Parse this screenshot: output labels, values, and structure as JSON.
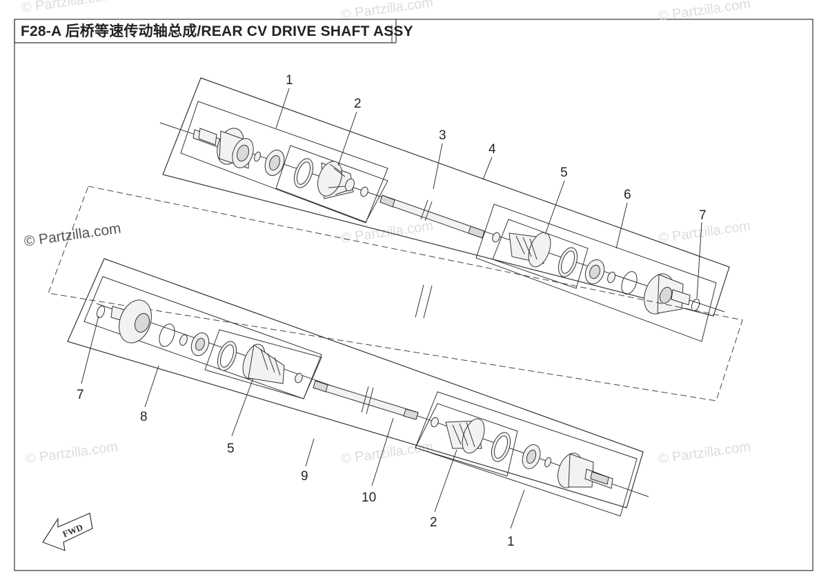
{
  "title": "F28-A 后桥等速传动轴总成/REAR CV DRIVE SHAFT ASSY",
  "watermark": "© Partzilla.com",
  "fwd_label": "FWD",
  "callouts": {
    "c1_top": "1",
    "c2_top": "2",
    "c3": "3",
    "c4": "4",
    "c5_top": "5",
    "c6": "6",
    "c7_top": "7",
    "c7_bottom": "7",
    "c8": "8",
    "c5_bottom": "5",
    "c9": "9",
    "c10": "10",
    "c2_bottom": "2",
    "c1_bottom": "1"
  }
}
